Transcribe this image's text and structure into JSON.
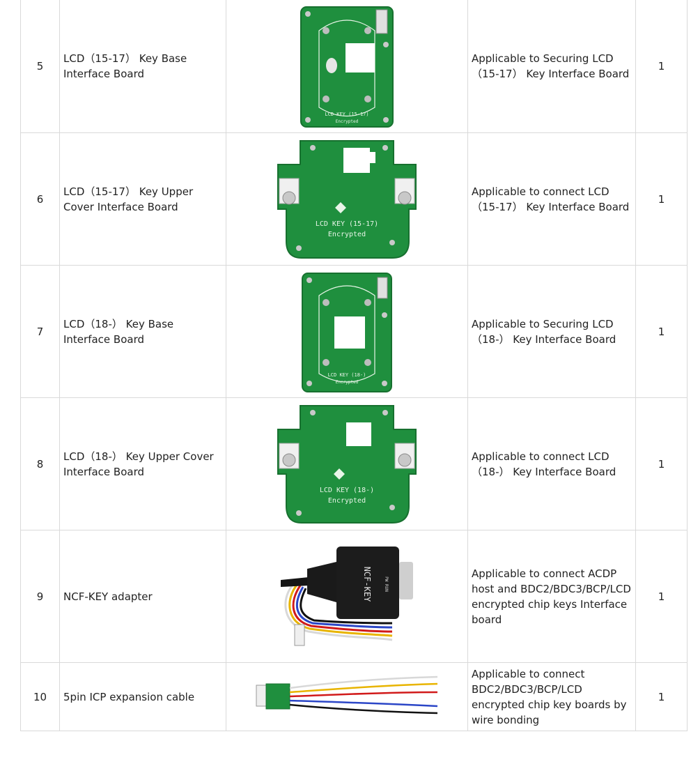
{
  "rows": [
    {
      "no": "5",
      "name": "LCD（15-17） Key Base Interface Board",
      "application": "Applicable to Securing LCD （15-17） Key Interface Board",
      "qty": "1",
      "image_icon": "pcb-board-base-icon",
      "board_label": "LCD KEY (15-17)",
      "board_sub": "Encrypted"
    },
    {
      "no": "6",
      "name": "LCD（15-17） Key Upper Cover Interface Board",
      "application": "Applicable to connect LCD （15-17） Key Interface Board",
      "qty": "1",
      "image_icon": "pcb-board-cover-icon",
      "board_label": "LCD KEY (15-17)",
      "board_sub": "Encrypted"
    },
    {
      "no": "7",
      "name": "LCD（18-） Key Base Interface Board",
      "application": "Applicable to Securing LCD （18-） Key Interface Board",
      "qty": "1",
      "image_icon": "pcb-board-base-icon",
      "board_label": "LCD KEY (18-)",
      "board_sub": "Encrypted"
    },
    {
      "no": "8",
      "name": "LCD（18-） Key Upper Cover Interface Board",
      "application": "Applicable to connect LCD （18-） Key Interface Board",
      "qty": "1",
      "image_icon": "pcb-board-cover-icon",
      "board_label": "LCD KEY (18-)",
      "board_sub": "Encrypted"
    },
    {
      "no": "9",
      "name": "NCF-KEY adapter",
      "application": "Applicable to connect ACDP host and BDC2/BDC3/BCP/LCD encrypted chip keys Interface board",
      "qty": "1",
      "image_icon": "adapter-module-icon",
      "board_label": "NCF-KEY",
      "board_sub": "PW RUN"
    },
    {
      "no": "10",
      "name": "5pin ICP expansion cable",
      "application": "Applicable to connect BDC2/BDC3/BCP/LCD encrypted chip key boards by wire bonding",
      "qty": "1",
      "image_icon": "cable-icon",
      "board_label": "",
      "board_sub": ""
    }
  ],
  "colors": {
    "pcb_green": "#1f8f3e",
    "pcb_dark": "#17702f",
    "silk": "#e8f5e8",
    "adapter_black": "#1c1c1c",
    "wire_colors": [
      "#d8d8d8",
      "#e8b400",
      "#d11a1a",
      "#2b46c7",
      "#111111"
    ]
  }
}
